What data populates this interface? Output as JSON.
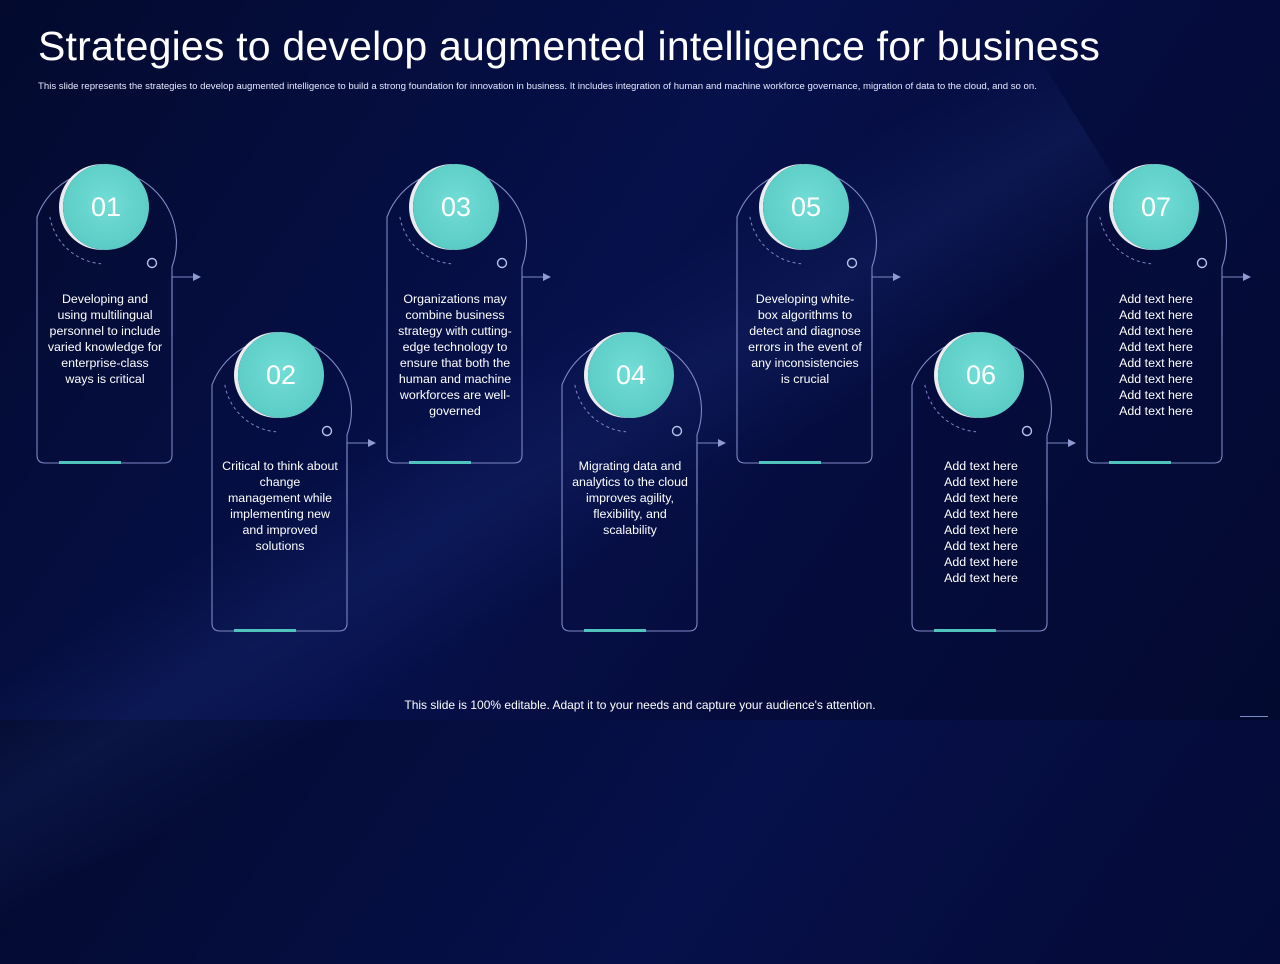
{
  "slide": {
    "title": "Strategies to develop augmented intelligence for business",
    "subtitle": "This slide represents the strategies to develop augmented intelligence to build a strong foundation for innovation in business. It includes integration of human and machine workforce governance, migration of data to the cloud, and so on.",
    "footer": "This slide is 100% editable. Adapt it to your needs and capture your audience's attention."
  },
  "colors": {
    "accent": "#5ccdc6",
    "background": "#050c3c",
    "outline": "#7d88c4"
  },
  "steps": [
    {
      "number": "01",
      "text": "Developing and using multilingual personnel to include varied knowledge for enterprise-class ways is critical"
    },
    {
      "number": "02",
      "text": "Critical to think about change management while implementing new and improved solutions"
    },
    {
      "number": "03",
      "text": "Organizations may combine business strategy with cutting-edge technology to ensure that both the human and machine workforces are well-governed"
    },
    {
      "number": "04",
      "text": "Migrating data and analytics to the cloud improves agility, flexibility, and scalability"
    },
    {
      "number": "05",
      "text": "Developing white-box algorithms to detect and diagnose errors in the event of any inconsistencies is crucial"
    },
    {
      "number": "06",
      "text": "Add text here Add text here Add text here Add text here Add text here Add text here Add text here Add text here"
    },
    {
      "number": "07",
      "text": "Add text here Add text here Add text here Add text here Add text here Add text here Add text here Add text here"
    }
  ]
}
